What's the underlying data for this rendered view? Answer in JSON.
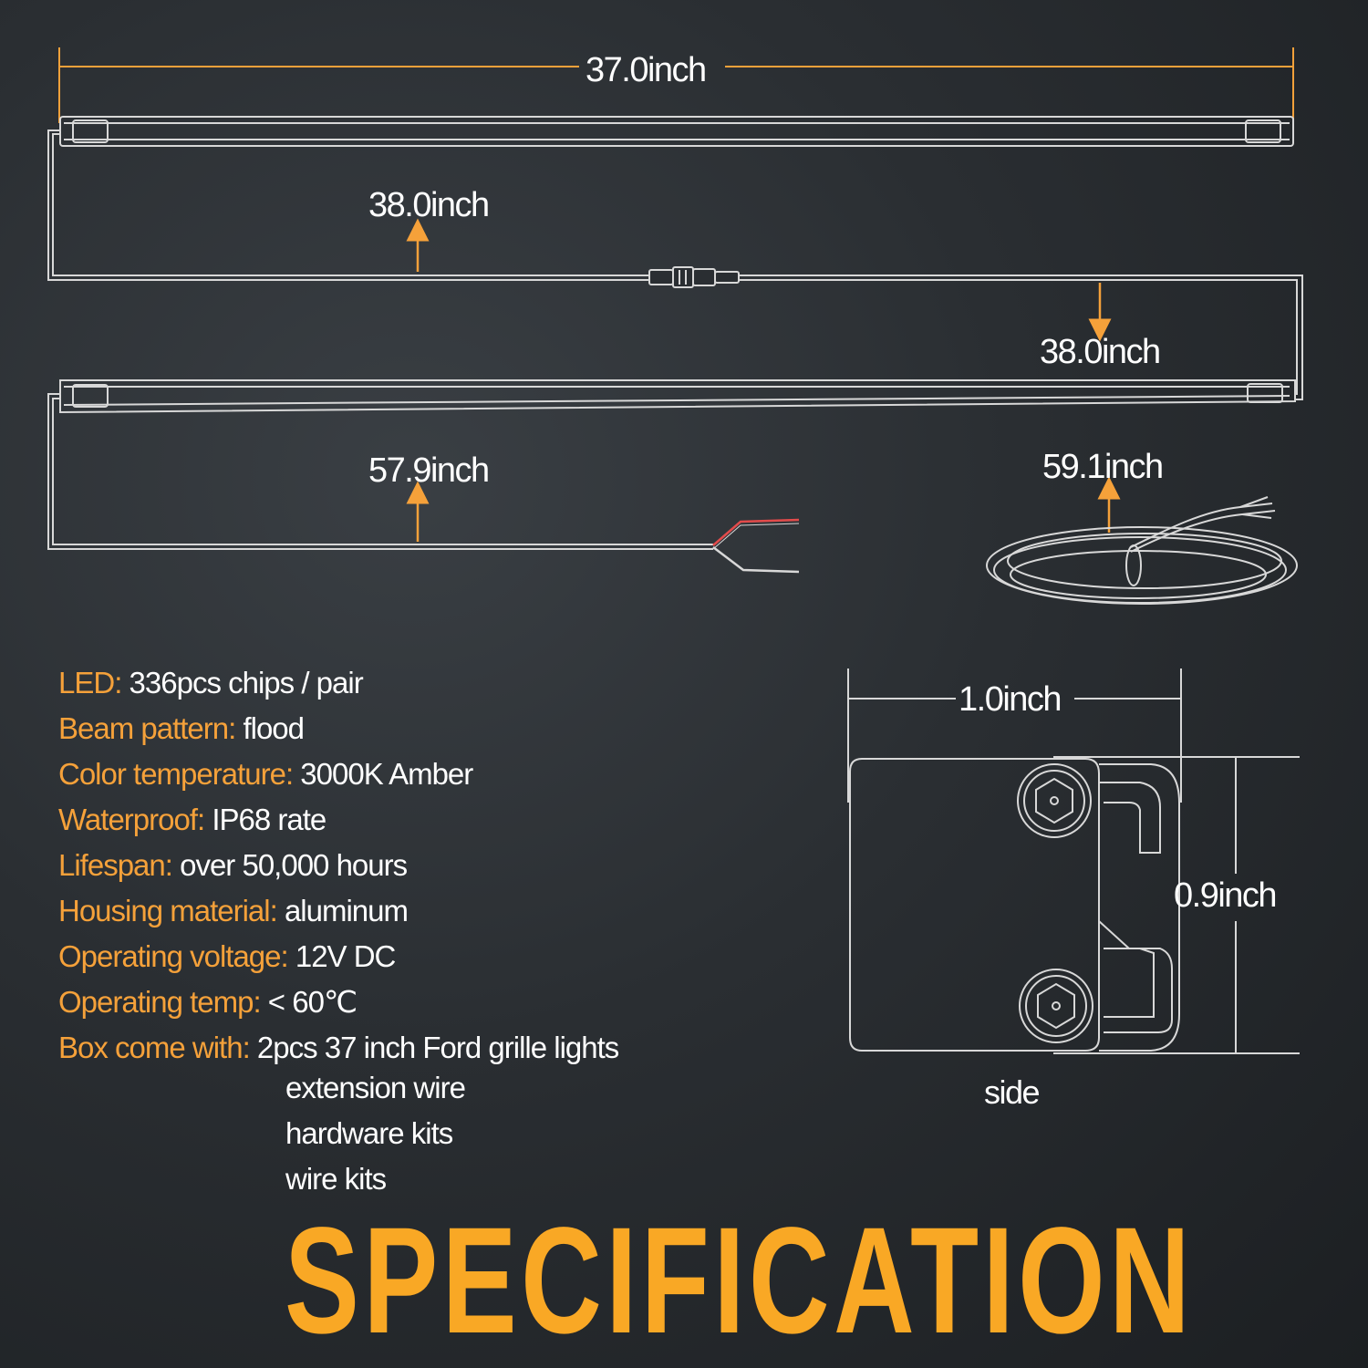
{
  "dimensions": {
    "bar_length": "37.0inch",
    "wire_upper_left": "38.0inch",
    "wire_upper_right": "38.0inch",
    "wire_lower_left": "57.9inch",
    "extension_wire": "59.1inch",
    "bracket_width": "1.0inch",
    "bracket_height": "0.9inch"
  },
  "side_label": "side",
  "specs": [
    {
      "key": "LED:",
      "value": " 336pcs chips / pair"
    },
    {
      "key": "Beam pattern:",
      "value": " flood"
    },
    {
      "key": "Color temperature:",
      "value": " 3000K Amber"
    },
    {
      "key": "Waterproof:",
      "value": " IP68 rate"
    },
    {
      "key": "Lifespan:",
      "value": " over 50,000 hours"
    },
    {
      "key": "Housing material:",
      "value": " aluminum"
    },
    {
      "key": "Operating voltage:",
      "value": " 12V DC"
    },
    {
      "key": "Operating temp:",
      "value": " < 60℃"
    },
    {
      "key": "Box come with:",
      "value": " 2pcs 37 inch Ford grille lights"
    }
  ],
  "box_items_extra": [
    "extension wire",
    "hardware kits",
    "wire kits"
  ],
  "title": "SPECIFICATION",
  "colors": {
    "accent": "#f5a13a",
    "title": "#f9a825",
    "line": "#d8d8d8",
    "background": "#23272b"
  }
}
